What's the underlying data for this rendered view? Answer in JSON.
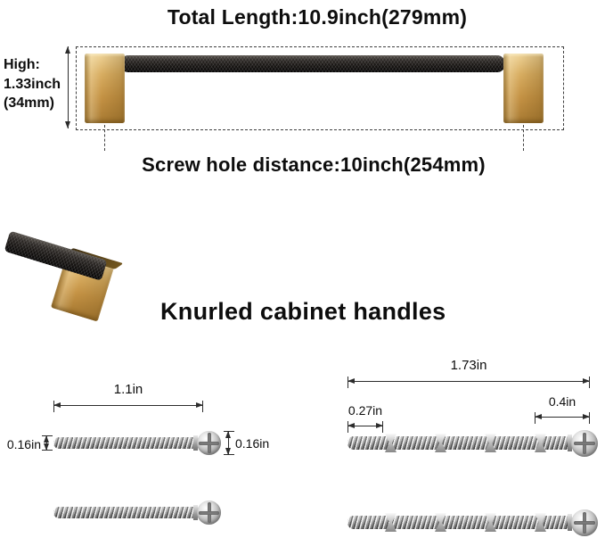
{
  "header": {
    "total_length_label": "Total Length:10.9inch(279mm)"
  },
  "handle_measurements": {
    "height_word": "High:",
    "height_inch": "1.33inch",
    "height_mm": "(34mm)",
    "screw_hole_distance_label": "Screw hole distance:10inch(254mm)"
  },
  "product": {
    "name": "Knurled cabinet handles"
  },
  "short_screw": {
    "length": "1.1in",
    "shaft_diameter": "0.16in",
    "head_diameter": "0.16in"
  },
  "long_screw": {
    "length": "1.73in",
    "first_segment": "0.27in",
    "last_segment": "0.4in"
  },
  "colors": {
    "brass": "#c59345",
    "handle_black": "#1b1816",
    "steel_light": "#e9e9e9",
    "steel_dark": "#7a7a7a",
    "dimension_line": "#2c2c2c",
    "background": "#ffffff"
  }
}
